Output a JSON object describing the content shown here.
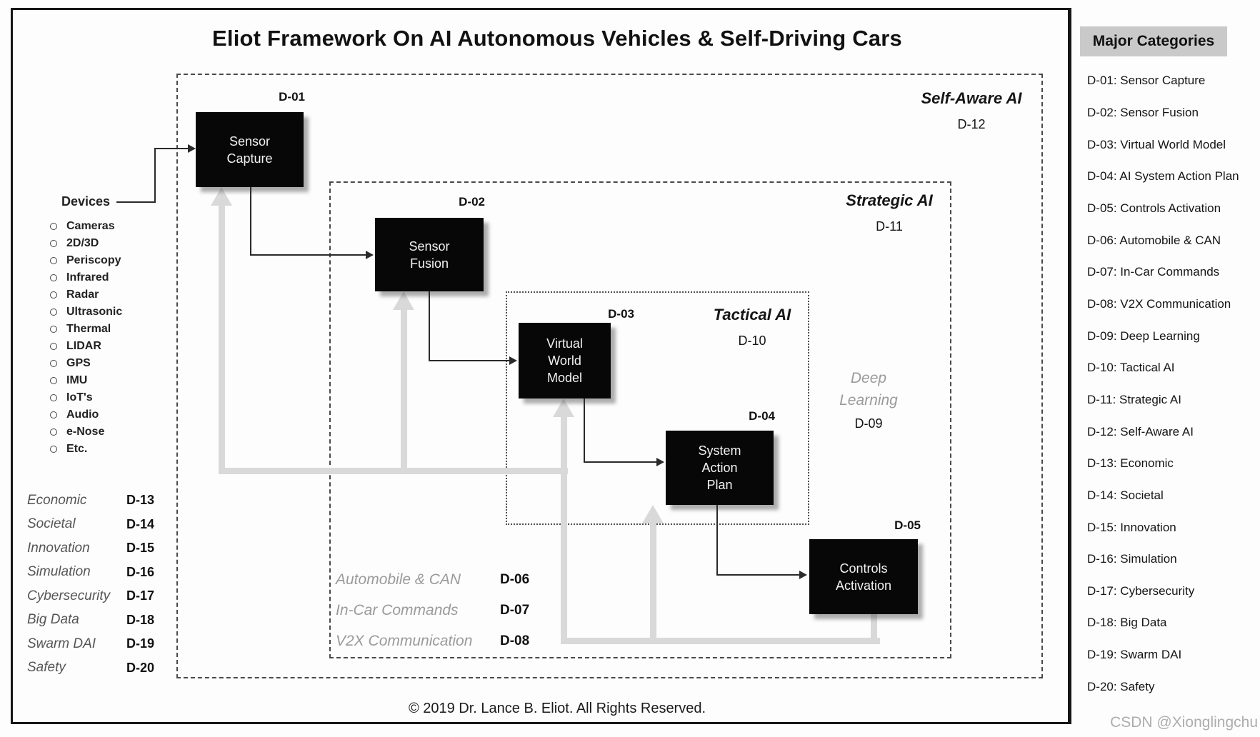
{
  "title": "Eliot Framework On AI Autonomous Vehicles & Self-Driving Cars",
  "devices": {
    "label": "Devices",
    "items": [
      "Cameras",
      "2D/3D",
      "Periscopy",
      "Infrared",
      "Radar",
      "Ultrasonic",
      "Thermal",
      "LIDAR",
      "GPS",
      "IMU",
      "IoT's",
      "Audio",
      "e-Nose",
      "Etc."
    ]
  },
  "flow_boxes": [
    {
      "code": "D-01",
      "lines": [
        "Sensor",
        "Capture"
      ]
    },
    {
      "code": "D-02",
      "lines": [
        "Sensor",
        "Fusion"
      ]
    },
    {
      "code": "D-03",
      "lines": [
        "Virtual",
        "World",
        "Model"
      ]
    },
    {
      "code": "D-04",
      "lines": [
        "System",
        "Action",
        "Plan"
      ]
    },
    {
      "code": "D-05",
      "lines": [
        "Controls",
        "Activation"
      ]
    }
  ],
  "zones": [
    {
      "name": "Self-Aware AI",
      "code": "D-12"
    },
    {
      "name": "Strategic AI",
      "code": "D-11"
    },
    {
      "name": "Tactical AI",
      "code": "D-10"
    }
  ],
  "deep_learning": {
    "line1": "Deep",
    "line2": "Learning",
    "code": "D-09"
  },
  "system_links": [
    {
      "label": "Automobile & CAN",
      "code": "D-06"
    },
    {
      "label": "In-Car Commands",
      "code": "D-07"
    },
    {
      "label": "V2X Communication",
      "code": "D-08"
    }
  ],
  "context_list": [
    {
      "label": "Economic",
      "code": "D-13"
    },
    {
      "label": "Societal",
      "code": "D-14"
    },
    {
      "label": "Innovation",
      "code": "D-15"
    },
    {
      "label": "Simulation",
      "code": "D-16"
    },
    {
      "label": "Cybersecurity",
      "code": "D-17"
    },
    {
      "label": "Big Data",
      "code": "D-18"
    },
    {
      "label": "Swarm DAI",
      "code": "D-19"
    },
    {
      "label": "Safety",
      "code": "D-20"
    }
  ],
  "sidebar": {
    "header": "Major Categories",
    "items": [
      "D-01: Sensor Capture",
      "D-02: Sensor Fusion",
      "D-03: Virtual World Model",
      "D-04: AI System Action Plan",
      "D-05: Controls Activation",
      "D-06: Automobile & CAN",
      "D-07: In-Car Commands",
      "D-08: V2X Communication",
      "D-09: Deep Learning",
      "D-10: Tactical AI",
      "D-11: Strategic AI",
      "D-12: Self-Aware AI",
      "D-13: Economic",
      "D-14: Societal",
      "D-15: Innovation",
      "D-16: Simulation",
      "D-17: Cybersecurity",
      "D-18: Big Data",
      "D-19: Swarm DAI",
      "D-20: Safety"
    ]
  },
  "copyright": "© 2019 Dr. Lance B. Eliot. All Rights Reserved.",
  "watermark": "CSDN @Xionglingchu",
  "colors": {
    "box_fill": "#070707",
    "box_text": "#f2f2f2",
    "feedback_gray": "#d9d9d9",
    "muted_label": "#9a9a9a",
    "sidebar_header_bg": "#c9c9c9"
  }
}
